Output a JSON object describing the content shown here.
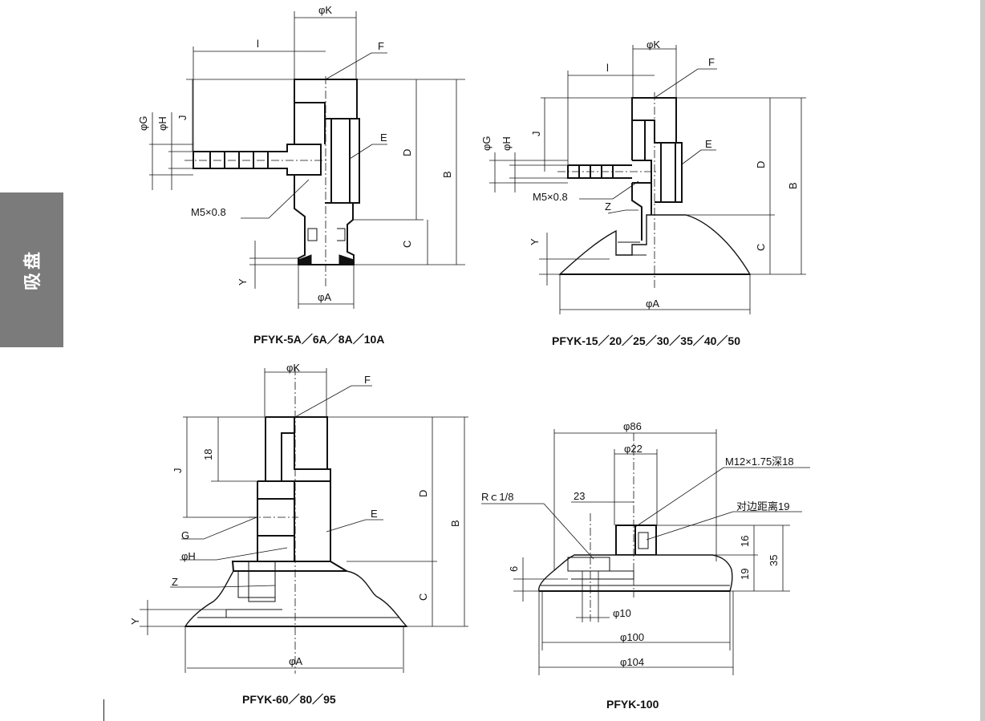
{
  "side_tab": {
    "label": "吸盘"
  },
  "figures": [
    {
      "caption": "PFYK-5A／6A／8A／10A",
      "labels": {
        "phi_k": "φK",
        "l": "l",
        "f": "F",
        "phi_g": "φG",
        "phi_h": "φH",
        "j": "J",
        "e": "E",
        "d": "D",
        "b": "B",
        "c": "C",
        "y": "Y",
        "phi_a": "φA",
        "thread": "M5×0.8"
      }
    },
    {
      "caption": "PFYK-15／20／25／30／35／40／50",
      "labels": {
        "phi_k": "φK",
        "l": "l",
        "f": "F",
        "phi_g": "φG",
        "phi_h": "φH",
        "j": "J",
        "e": "E",
        "d": "D",
        "b": "B",
        "c": "C",
        "y": "Y",
        "z": "Z",
        "phi_a": "φA",
        "thread": "M5×0.8"
      }
    },
    {
      "caption": "PFYK-60／80／95",
      "labels": {
        "phi_k": "φK",
        "f": "F",
        "j": "J",
        "dim18": "18",
        "g": "G",
        "phi_h": "φH",
        "z": "Z",
        "e": "E",
        "d": "D",
        "b": "B",
        "c": "C",
        "y": "Y",
        "phi_a": "φA"
      }
    },
    {
      "caption": "PFYK-100",
      "labels": {
        "phi86": "φ86",
        "phi22": "φ22",
        "thread": "M12×1.75深18",
        "hex": "对边距离19",
        "rc": "Rｃ1/8",
        "dim23": "23",
        "dim6": "6",
        "dim16": "16",
        "dim19": "19",
        "dim35": "35",
        "phi10": "φ10",
        "phi100": "φ100",
        "phi104": "φ104"
      }
    }
  ]
}
